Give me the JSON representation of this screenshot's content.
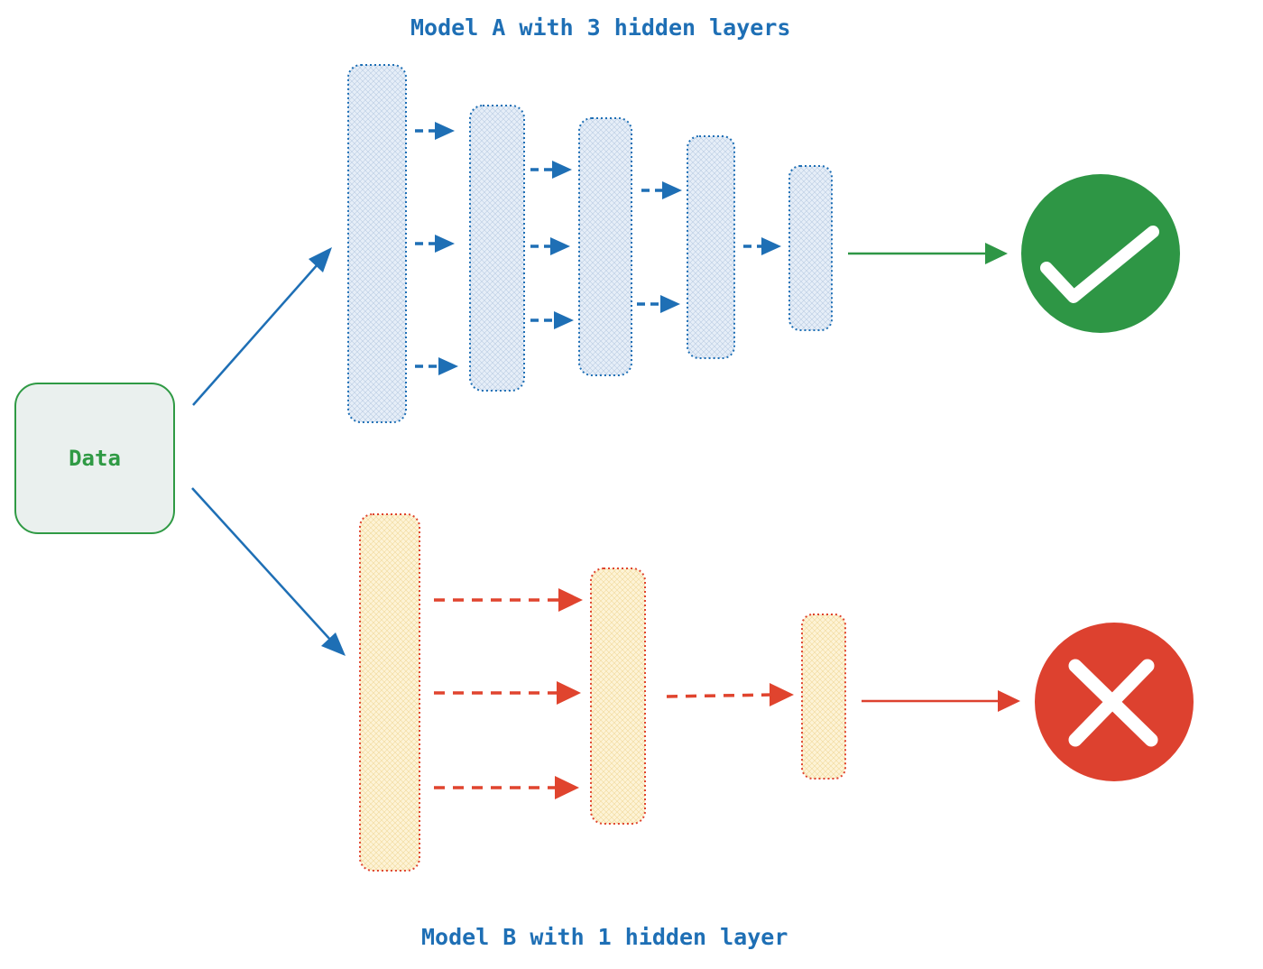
{
  "titles": {
    "model_a": "Model A with 3 hidden layers",
    "model_b": "Model B with 1 hidden layer"
  },
  "input_node": {
    "label": "Data"
  },
  "model_a": {
    "layer_count": 5,
    "result_icon": "checkmark-icon",
    "result": "success"
  },
  "model_b": {
    "layer_count": 3,
    "result_icon": "cross-icon",
    "result": "failure"
  },
  "colors": {
    "title_text": "#1e6fb5",
    "data_text": "#2f9a44",
    "data_border": "#2f9a44",
    "data_fill": "#eaf0ee",
    "model_a_stroke": "#1e6fb5",
    "model_a_fill": "#e4ecf7",
    "model_b_stroke": "#e0442e",
    "model_b_fill": "#fbf0cf",
    "success": "#2e9645",
    "failure": "#dd412f",
    "icon_mark": "#ffffff"
  }
}
